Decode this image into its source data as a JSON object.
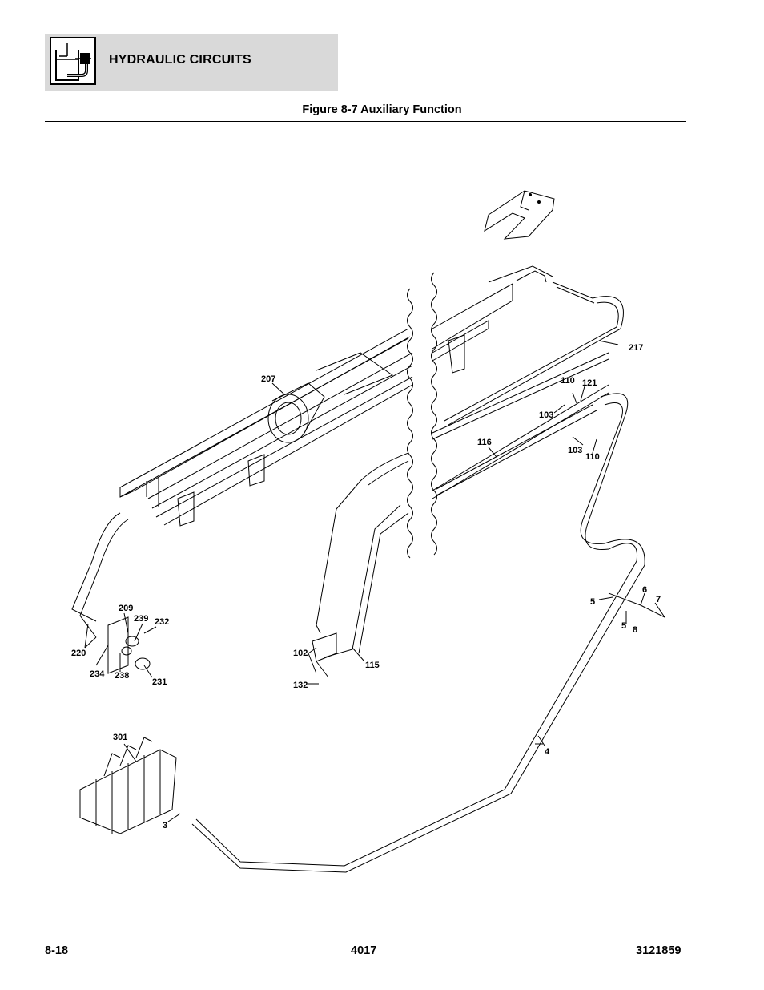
{
  "header": {
    "section_title": "HYDRAULIC CIRCUITS",
    "icon": "hydraulic-circuit-icon"
  },
  "figure": {
    "title": "Figure 8-7 Auxiliary Function",
    "callouts": {
      "c217": "217",
      "c207": "207",
      "c110a": "110",
      "c121": "121",
      "c103a": "103",
      "c116": "116",
      "c103b": "103",
      "c110b": "110",
      "c209": "209",
      "c239": "239",
      "c232": "232",
      "c220": "220",
      "c234": "234",
      "c238": "238",
      "c231": "231",
      "c102": "102",
      "c115": "115",
      "c132": "132",
      "c6": "6",
      "c7": "7",
      "c5a": "5",
      "c5b": "5",
      "c8": "8",
      "c301": "301",
      "c4": "4",
      "c3": "3"
    }
  },
  "footer": {
    "page_number": "8-18",
    "model": "4017",
    "manual_number": "3121859"
  }
}
